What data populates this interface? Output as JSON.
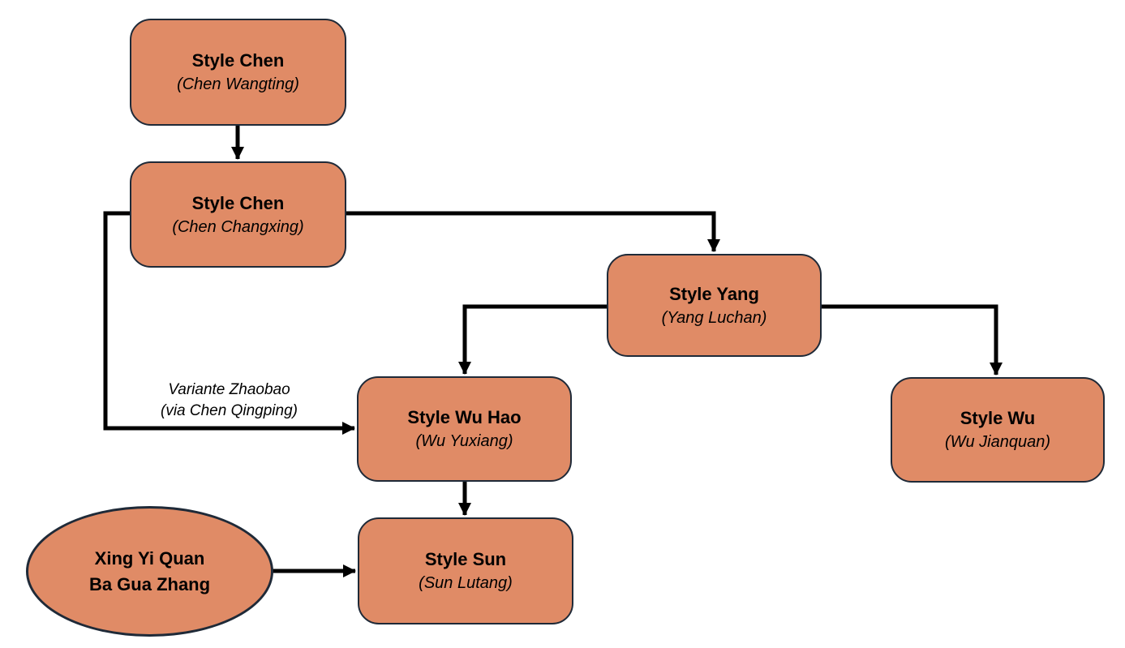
{
  "diagram": {
    "type": "flowchart",
    "background": "#ffffff",
    "colors": {
      "node_fill": "#E08B66",
      "node_border": "#1F2A38",
      "connector": "#000000",
      "text": "#000000"
    },
    "nodes": {
      "chen_wangting": {
        "shape": "rounded-rect",
        "title": "Style Chen",
        "subtitle": "(Chen Wangting)"
      },
      "chen_changxing": {
        "shape": "rounded-rect",
        "title": "Style Chen",
        "subtitle": "(Chen Changxing)"
      },
      "yang_luchan": {
        "shape": "rounded-rect",
        "title": "Style Yang",
        "subtitle": "(Yang Luchan)"
      },
      "wu_hao": {
        "shape": "rounded-rect",
        "title": "Style Wu Hao",
        "subtitle": "(Wu Yuxiang)"
      },
      "wu_jianquan": {
        "shape": "rounded-rect",
        "title": "Style Wu",
        "subtitle": "(Wu Jianquan)"
      },
      "sun_lutang": {
        "shape": "rounded-rect",
        "title": "Style Sun",
        "subtitle": "(Sun Lutang)"
      },
      "xingyi_bagua": {
        "shape": "ellipse",
        "line1": "Xing Yi Quan",
        "line2": "Ba Gua Zhang"
      }
    },
    "edge_label": {
      "line1": "Variante Zhaobao",
      "line2": "(via Chen Qingping)"
    },
    "edges": [
      {
        "from": "chen_wangting",
        "to": "chen_changxing"
      },
      {
        "from": "chen_changxing",
        "to": "yang_luchan"
      },
      {
        "from": "chen_changxing",
        "to": "wu_hao",
        "label": "Variante Zhaobao (via Chen Qingping)"
      },
      {
        "from": "yang_luchan",
        "to": "wu_hao"
      },
      {
        "from": "yang_luchan",
        "to": "wu_jianquan"
      },
      {
        "from": "wu_hao",
        "to": "sun_lutang"
      },
      {
        "from": "xingyi_bagua",
        "to": "sun_lutang"
      }
    ]
  }
}
